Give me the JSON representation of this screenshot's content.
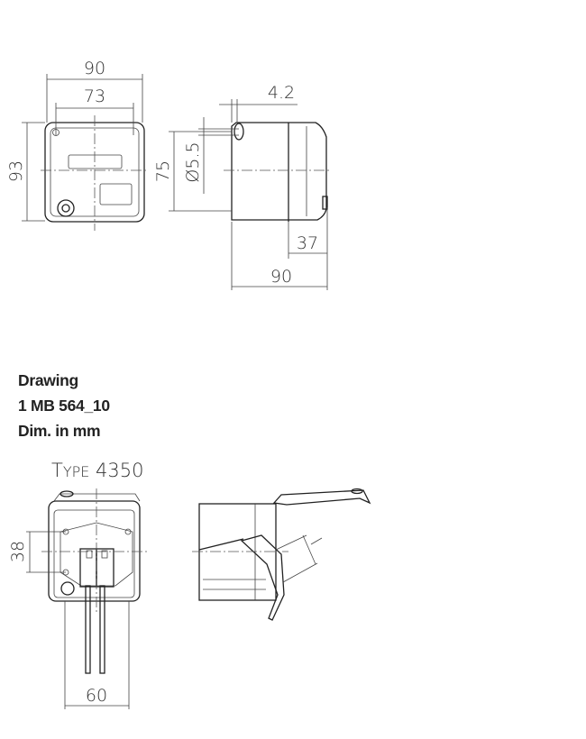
{
  "top_drawing": {
    "front_view": {
      "width_outer": "90",
      "width_inner": "73",
      "height": "93"
    },
    "side_view": {
      "pin_offset": "4.2",
      "hole_diameter": "Ø5.5",
      "hole_spacing": "75",
      "cover_depth": "37",
      "depth": "90"
    }
  },
  "caption": {
    "line1": "Drawing",
    "line2": "1 MB 564_10",
    "line3": "Dim. in mm"
  },
  "bottom_drawing": {
    "type_first": "T",
    "type_rest": "YPE",
    "type_number": "4350",
    "front_view": {
      "hole_spacing": "38",
      "cable_width": "60"
    }
  }
}
